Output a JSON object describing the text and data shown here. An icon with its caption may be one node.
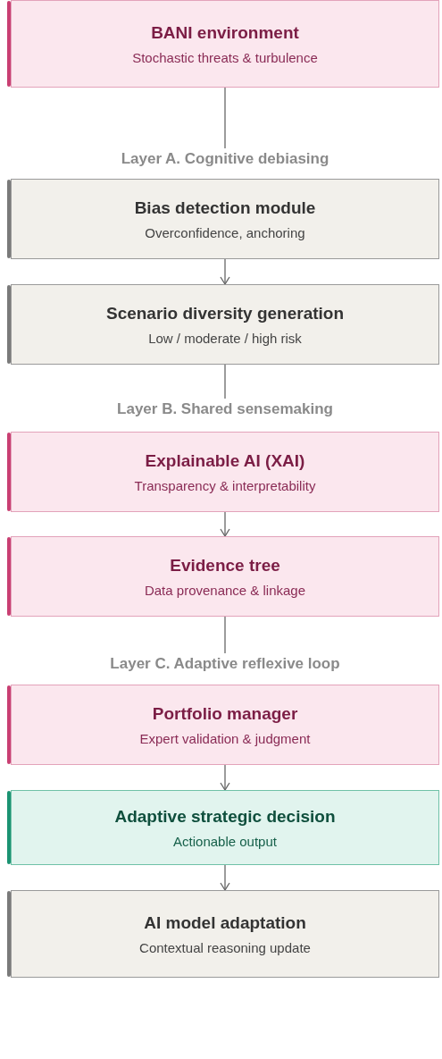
{
  "diagram": {
    "nodes": [
      {
        "text": [
          "BANI environment",
          "Stochastic threats & turbulence"
        ]
      },
      {
        "text": [
          "Layer A. Cognitive debiasing"
        ]
      },
      {
        "text": [
          "Bias detection module",
          "Overconfidence, anchoring"
        ]
      },
      {
        "text": [
          "Scenario diversity generation",
          "Low / moderate / high risk"
        ]
      },
      {
        "text": [
          "Layer B. Shared sensemaking"
        ]
      },
      {
        "text": [
          "Explainable AI (XAI)",
          "Transparency & interpretability"
        ]
      },
      {
        "text": [
          "Evidence tree",
          "Data provenance & linkage"
        ]
      },
      {
        "text": [
          "Layer C. Adaptive reflexive loop"
        ]
      },
      {
        "text": [
          "Portfolio manager",
          "Expert validation & judgment"
        ]
      },
      {
        "text": [
          "Adaptive strategic decision",
          "Actionable output"
        ]
      },
      {
        "text": [
          "AI model adaptation",
          "Contextual reasoning update"
        ]
      }
    ],
    "edges": [
      {
        "from": 0,
        "to": 1,
        "arrow": "none"
      },
      {
        "from": 2,
        "to": 3,
        "arrow": "to"
      },
      {
        "from": 3,
        "to": 4,
        "arrow": "none"
      },
      {
        "from": 5,
        "to": 6,
        "arrow": "to"
      },
      {
        "from": 6,
        "to": 7,
        "arrow": "none"
      },
      {
        "from": 8,
        "to": 9,
        "arrow": "to"
      },
      {
        "from": 9,
        "to": 10,
        "arrow": "to"
      }
    ]
  }
}
